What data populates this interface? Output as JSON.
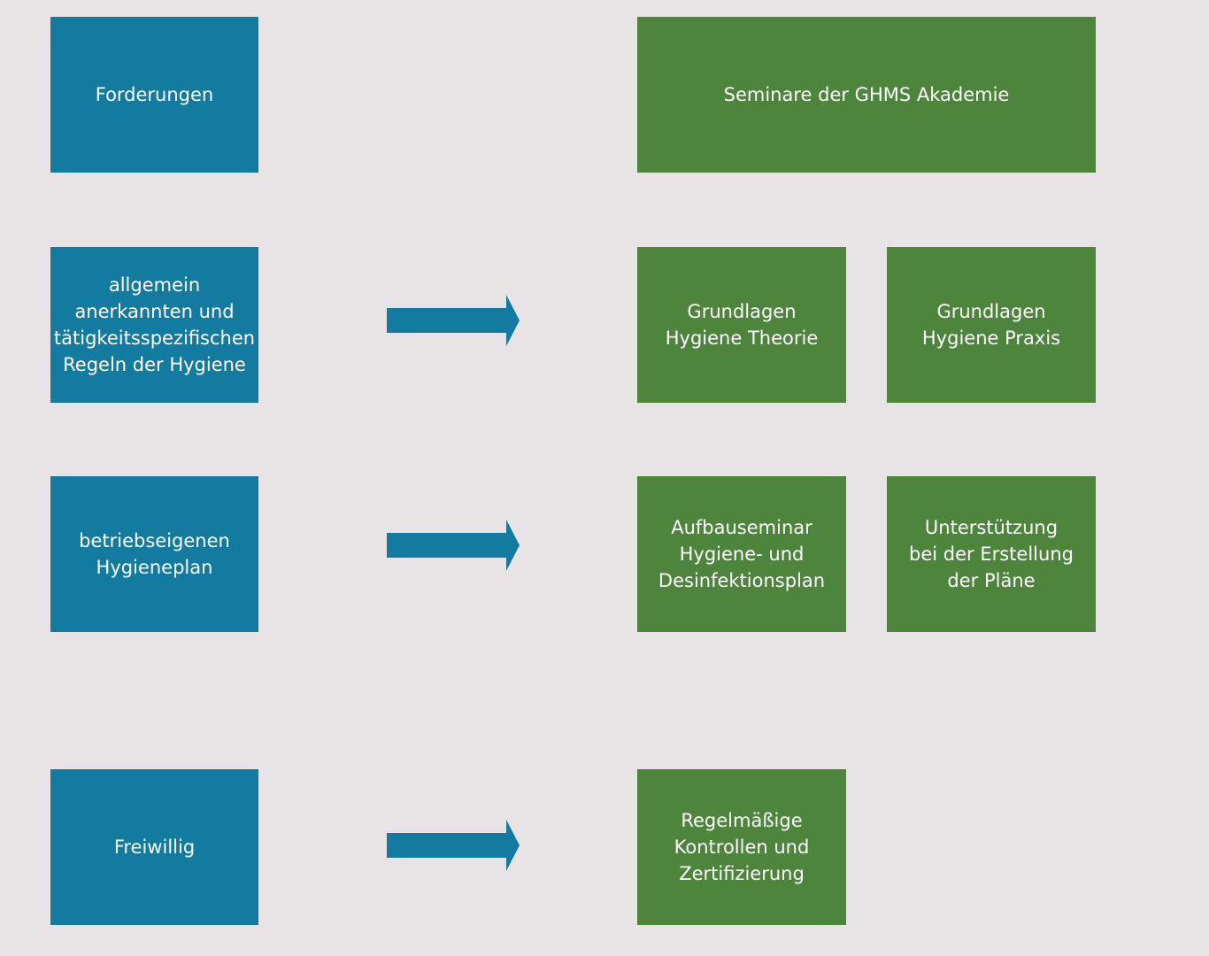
{
  "colors": {
    "background": "#e8e4e5",
    "requirement_box": "#137ba0",
    "seminar_box": "#4d853c",
    "arrow": "#137ba0"
  },
  "headers": {
    "left": "Forderungen",
    "right": "Seminare der GHMS Akademie"
  },
  "rows": [
    {
      "requirement": "allgemein\nanerkannten und\ntätigkeitsspezifischen\nRegeln der Hygiene",
      "seminars": [
        "Grundlagen\nHygiene Theorie",
        "Grundlagen\nHygiene Praxis"
      ]
    },
    {
      "requirement": "betriebseigenen\nHygieneplan",
      "seminars": [
        "Aufbauseminar\nHygiene- und\nDesinfektionsplan",
        "Unterstützung\nbei  der Erstellung\nder Pläne"
      ]
    },
    {
      "requirement": "Freiwillig",
      "seminars": [
        "Regelmäßige\nKontrollen und\nZertifizierung"
      ]
    }
  ],
  "arrow_icon": "right-arrow-icon"
}
